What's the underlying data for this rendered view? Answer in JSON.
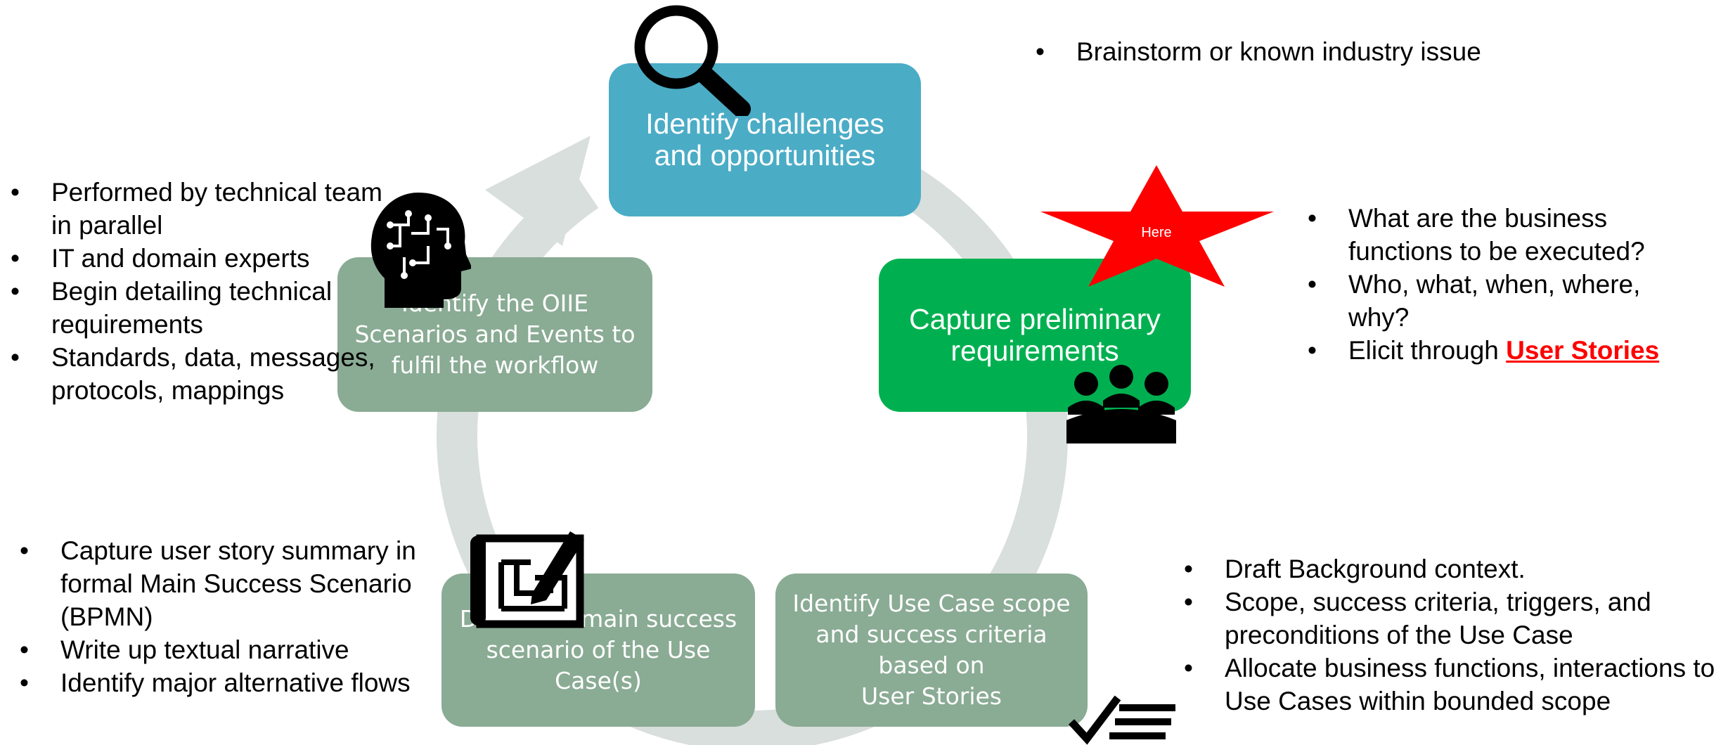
{
  "cycle": {
    "steps": [
      {
        "label": "Identify challenges and opportunities",
        "lines": [
          "Identify challenges",
          "and opportunities"
        ],
        "color": "#4bacc6"
      },
      {
        "label": "Capture preliminary requirements",
        "lines": [
          "Capture preliminary",
          "requirements"
        ],
        "color": "#00b050"
      },
      {
        "label": "Identify Use Case scope and success criteria based on User Stories",
        "lines": [
          "Identify Use Case scope",
          "and success criteria",
          "based on",
          "User Stories"
        ],
        "color": "#8aab94"
      },
      {
        "label": "Detail the main success scenario of the Use Case(s)",
        "lines": [
          "Detail the main success",
          "scenario of the Use",
          "Case(s)"
        ],
        "color": "#8aab94"
      },
      {
        "label": "Identify the OIIE Scenarios and Events to fulfil the workflow",
        "lines": [
          "Identify the OIIE",
          "Scenarios and Events to",
          "fulfil the workflow"
        ],
        "color": "#8aab94"
      }
    ],
    "arrow_color": "#d9dfdc"
  },
  "marker": {
    "text": "Here",
    "color": "#ff0000"
  },
  "notes": {
    "top": [
      "Brainstorm or known industry issue"
    ],
    "right": {
      "items": [
        "What are the business functions to be executed?",
        "Who, what, when, where, why?"
      ],
      "elicit_prefix": "Elicit through ",
      "elicit_link": "User Stories"
    },
    "bottom_right": [
      "Draft Background context.",
      "Scope, success criteria, triggers, and preconditions of the Use Case",
      "Allocate business functions, interactions to Use Cases within bounded scope"
    ],
    "bottom_left": [
      "Capture user story summary in formal Main Success Scenario (BPMN)",
      "Write up textual narrative",
      "Identify major alternative flows"
    ],
    "left": [
      "Performed by technical team in parallel",
      "IT and domain experts",
      "Begin detailing technical requirements",
      "Standards, data, messages, protocols, mappings"
    ]
  },
  "icons": [
    "magnifier-icon",
    "star-icon",
    "people-group-icon",
    "checklist-icon",
    "blueprint-pencil-icon",
    "brain-circuit-head-icon"
  ]
}
